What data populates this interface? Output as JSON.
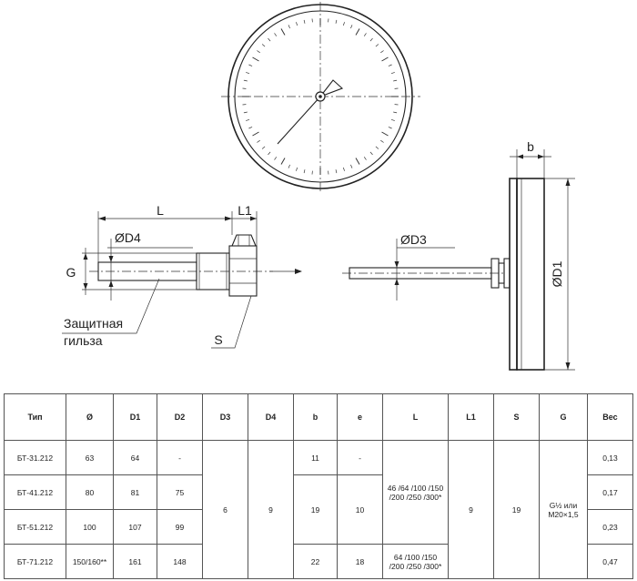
{
  "drawing": {
    "labels": {
      "L": "L",
      "L1": "L1",
      "D4": "ØD4",
      "G": "G",
      "S": "S",
      "sleeve_line1": "Защитная",
      "sleeve_line2": "гильза",
      "D3": "ØD3",
      "b": "b",
      "D1": "ØD1"
    }
  },
  "table": {
    "headers": [
      "Тип",
      "Ø",
      "D1",
      "D2",
      "D3",
      "D4",
      "b",
      "e",
      "L",
      "L1",
      "S",
      "G",
      "Вес"
    ],
    "rows": [
      {
        "type": "БТ-31.212",
        "dia": "63",
        "d1": "64",
        "d2": "-",
        "b": "11",
        "e": "-",
        "weight": "0,13"
      },
      {
        "type": "БТ-41.212",
        "dia": "80",
        "d1": "81",
        "d2": "75",
        "b": "19",
        "e": "10",
        "weight": "0,17"
      },
      {
        "type": "БТ-51.212",
        "dia": "100",
        "d1": "107",
        "d2": "99",
        "weight": "0,23"
      },
      {
        "type": "БТ-71.212",
        "dia": "150/160**",
        "d1": "161",
        "d2": "148",
        "b": "22",
        "e": "18",
        "weight": "0,47"
      }
    ],
    "merged": {
      "d3": "6",
      "d4": "9",
      "l_group1_line1": "46 /64 /100 /150",
      "l_group1_line2": "/200 /250 /300*",
      "l_group2_line1": "64 /100 /150",
      "l_group2_line2": "/200 /250 /300*",
      "l1": "9",
      "s": "19",
      "g_line1": "G½ или",
      "g_line2": "M20×1,5"
    }
  }
}
